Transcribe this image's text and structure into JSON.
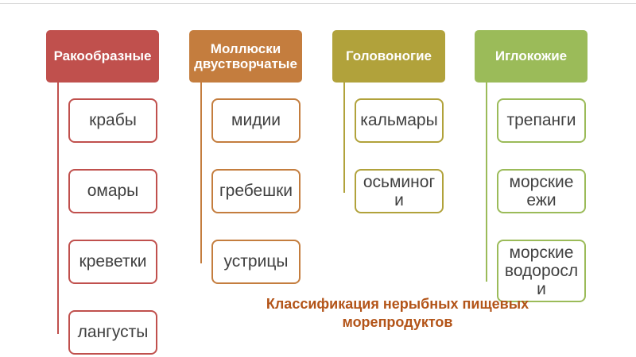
{
  "canvas": {
    "background": "#ffffff",
    "divider_color": "#d9d9d9"
  },
  "title": {
    "text": "Классификация нерыбных пищевых морепродуктов",
    "color": "#b35418"
  },
  "columns": [
    {
      "header": "Ракообразные",
      "color": "#c0504d",
      "items": [
        "крабы",
        "омары",
        "креветки",
        "лангусты"
      ]
    },
    {
      "header": "Моллюски двустворчатые",
      "color": "#c47d3e",
      "items": [
        "мидии",
        "гребешки",
        "устрицы"
      ]
    },
    {
      "header": "Головоногие",
      "color": "#b1a23b",
      "items": [
        "кальмары",
        "осьминоги"
      ]
    },
    {
      "header": "Иглокожие",
      "color": "#9bbb59",
      "items": [
        "трепанги",
        "морские ежи",
        "морские водоросли"
      ]
    }
  ]
}
